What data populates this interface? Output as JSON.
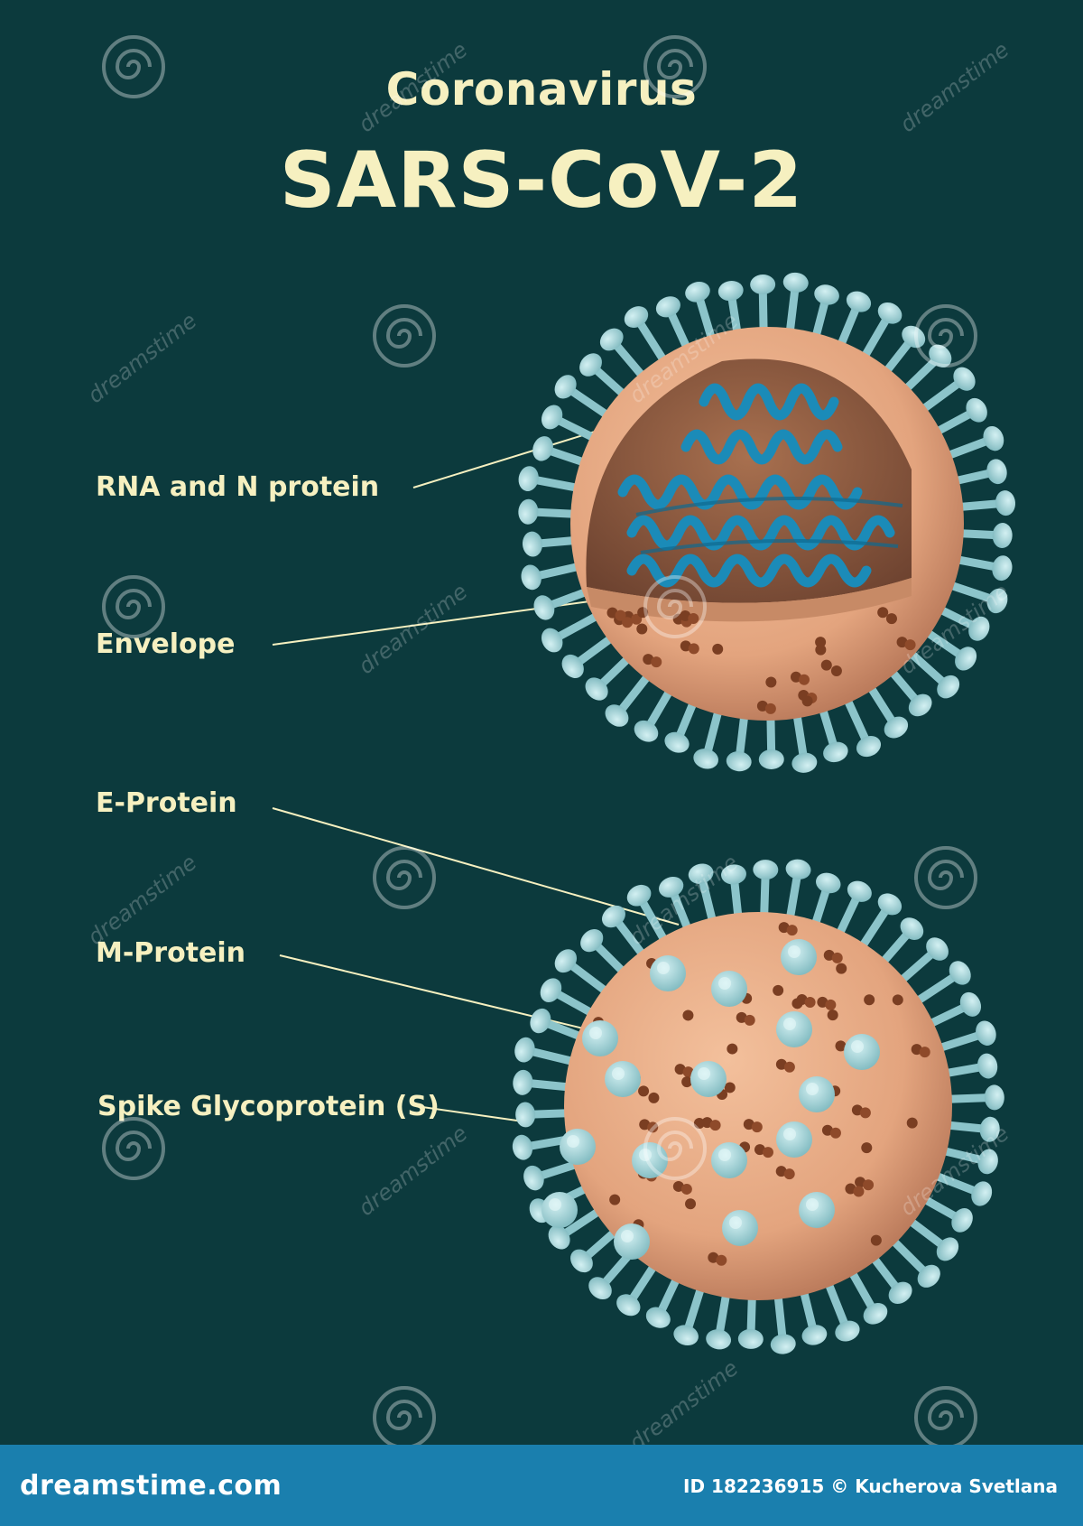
{
  "title": "Coronavirus",
  "subtitle": "SARS-CoV-2",
  "labels": {
    "rna": "RNA and N protein",
    "envelope": "Envelope",
    "e_protein": "E-Protein",
    "m_protein": "M-Protein",
    "spike": "Spike Glycoprotein (S)"
  },
  "footer": {
    "brand": "dreamstime.com",
    "credit": "ID 182236915 © Kucherova Svetlana"
  },
  "watermark": {
    "text": "dreamstime",
    "icon": "spiral-logo-icon"
  },
  "colors": {
    "background": "#0c3a3d",
    "text": "#f6f0c0",
    "envelope": "#e3a47e",
    "spike": "#9fd3d8",
    "rna": "#1b8bb8",
    "footer": "#1a7fae"
  }
}
